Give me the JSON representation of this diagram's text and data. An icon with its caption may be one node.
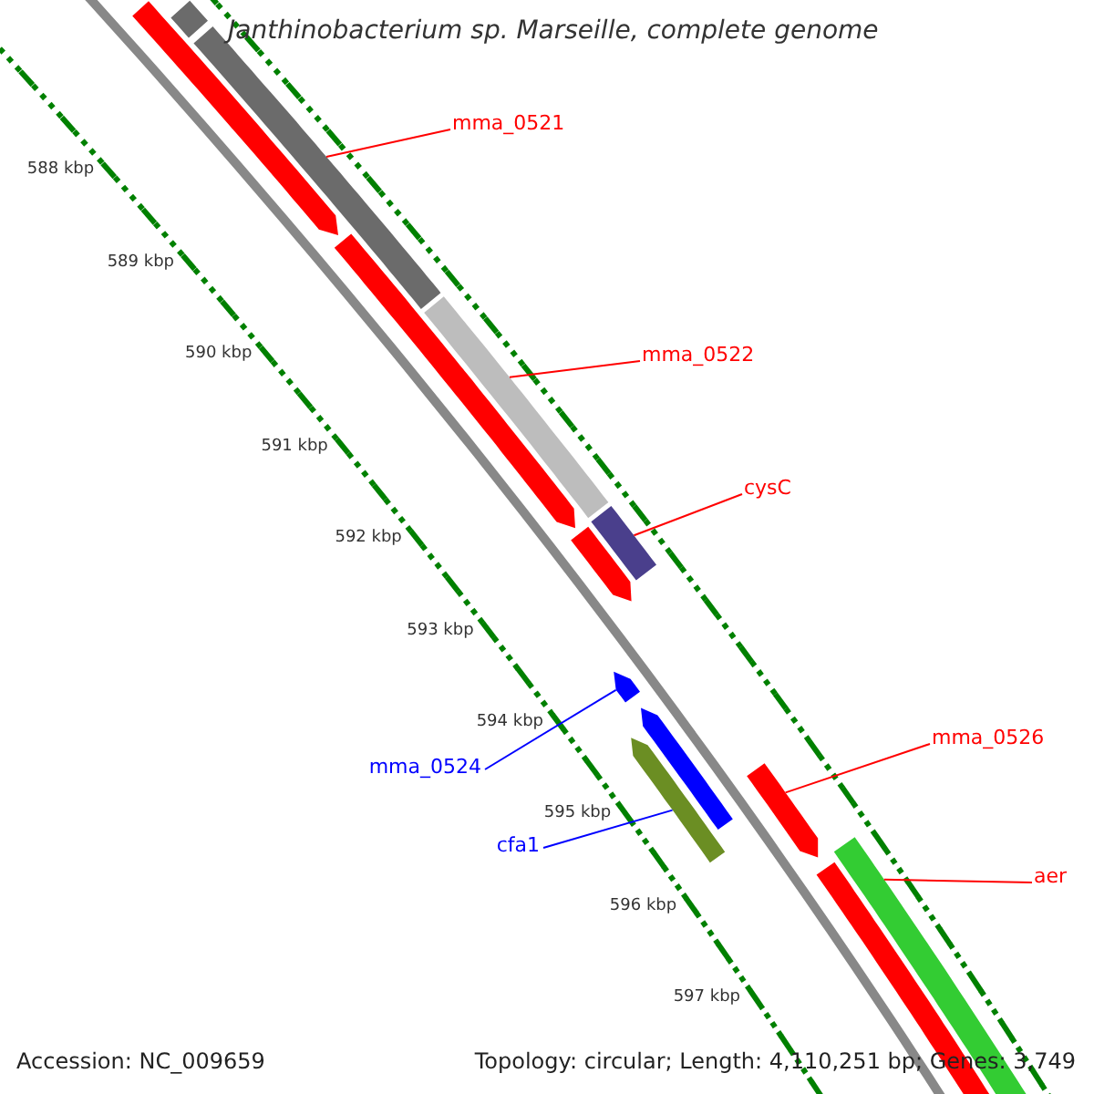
{
  "diagram": {
    "title": "Janthinobacterium sp. Marseille, complete genome",
    "nodes": [
      {
        "text": [
          "mma_0521"
        ]
      },
      {
        "text": [
          "mma_0522"
        ]
      },
      {
        "text": [
          "cysC"
        ]
      },
      {
        "text": [
          "mma_0524"
        ]
      },
      {
        "text": [
          "cfa1"
        ]
      },
      {
        "text": [
          "mma_0526"
        ]
      },
      {
        "text": [
          "aer"
        ]
      },
      {
        "text": [],
        "shape": "bar"
      },
      {
        "text": [],
        "shape": "bar"
      },
      {
        "text": [],
        "shape": "bar"
      },
      {
        "text": [],
        "shape": "bar"
      },
      {
        "text": [],
        "shape": "bar"
      },
      {
        "text": [],
        "shape": "bar"
      },
      {
        "text": [],
        "shape": "bar"
      },
      {
        "text": [],
        "shape": "bar"
      },
      {
        "text": [],
        "shape": "bar"
      },
      {
        "text": [],
        "shape": "bar"
      },
      {
        "text": [],
        "shape": "bar"
      },
      {
        "text": [],
        "shape": "bar"
      },
      {
        "text": [],
        "shape": "bar"
      }
    ],
    "edges": [
      {
        "from": 0,
        "to": 9,
        "arrow": "none"
      },
      {
        "from": 1,
        "to": 11,
        "arrow": "none"
      },
      {
        "from": 2,
        "to": 12,
        "arrow": "none"
      },
      {
        "from": 3,
        "to": 14,
        "arrow": "none",
        "color": "#0000ff"
      },
      {
        "from": 4,
        "to": 16,
        "arrow": "none",
        "color": "#0000ff"
      },
      {
        "from": 5,
        "to": 17,
        "arrow": "none"
      },
      {
        "from": 6,
        "to": 18,
        "arrow": "none"
      }
    ],
    "labels": [
      "588 kbp",
      "589 kbp",
      "590 kbp",
      "591 kbp",
      "592 kbp",
      "593 kbp",
      "594 kbp",
      "595 kbp",
      "596 kbp",
      "597 kbp",
      "Accession: NC_009659",
      "Topology: circular; Length: 4,110,251 bp; Genes: 3,749"
    ]
  }
}
